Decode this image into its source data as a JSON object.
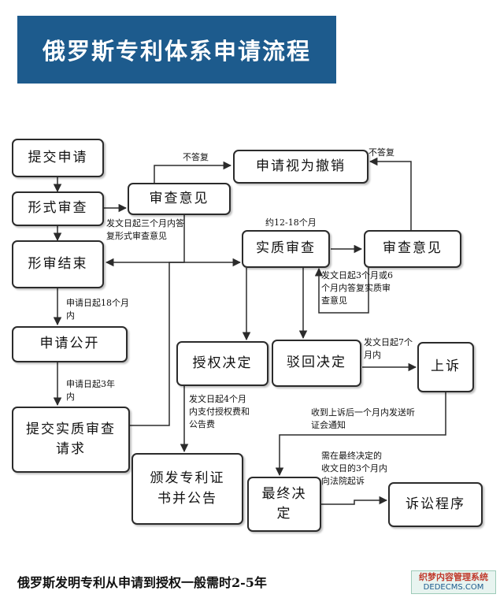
{
  "title": "俄罗斯专利体系申请流程",
  "nodes": {
    "submit": "提交申请",
    "formal_exam": "形式审查",
    "formal_opinion": "审查意见",
    "formal_end": "形审结束",
    "withdrawn": "申请视为撤销",
    "substantive_exam": "实质审查",
    "sub_opinion": "审查意见",
    "publish": "申请公开",
    "sub_request": "提交实质审查请求",
    "grant": "授权决定",
    "reject": "驳回决定",
    "appeal": "上诉",
    "certificate": "颁发专利证书并公告",
    "final": "最终决定",
    "litigation": "诉讼程序"
  },
  "labels": {
    "no_reply_1": "不答复",
    "no_reply_2": "不答复",
    "formal_reply": "发文日起三个月内答复形式审查意见",
    "months_12_18": "约12-18个月",
    "sub_reply": "发文日起3个月或6个月内答复实质审查意见",
    "publish_time": "申请日起18个月内",
    "request_time": "申请日起3年内",
    "grant_fee": "发文日起4个月内支付授权费和公告费",
    "appeal_time": "发文日起7个月内",
    "hearing": "收到上诉后一个月内发送听证会通知",
    "court": "需在最终决定的收文日的3个月内向法院起诉"
  },
  "footer": "俄罗斯发明专利从申请到授权一般需时2-5年",
  "watermark": {
    "line1": "织梦内容管理系统",
    "line2": "DEDECMS.COM"
  },
  "colors": {
    "title_bg": "#1d5b8d",
    "stroke": "#2b2b2b"
  }
}
